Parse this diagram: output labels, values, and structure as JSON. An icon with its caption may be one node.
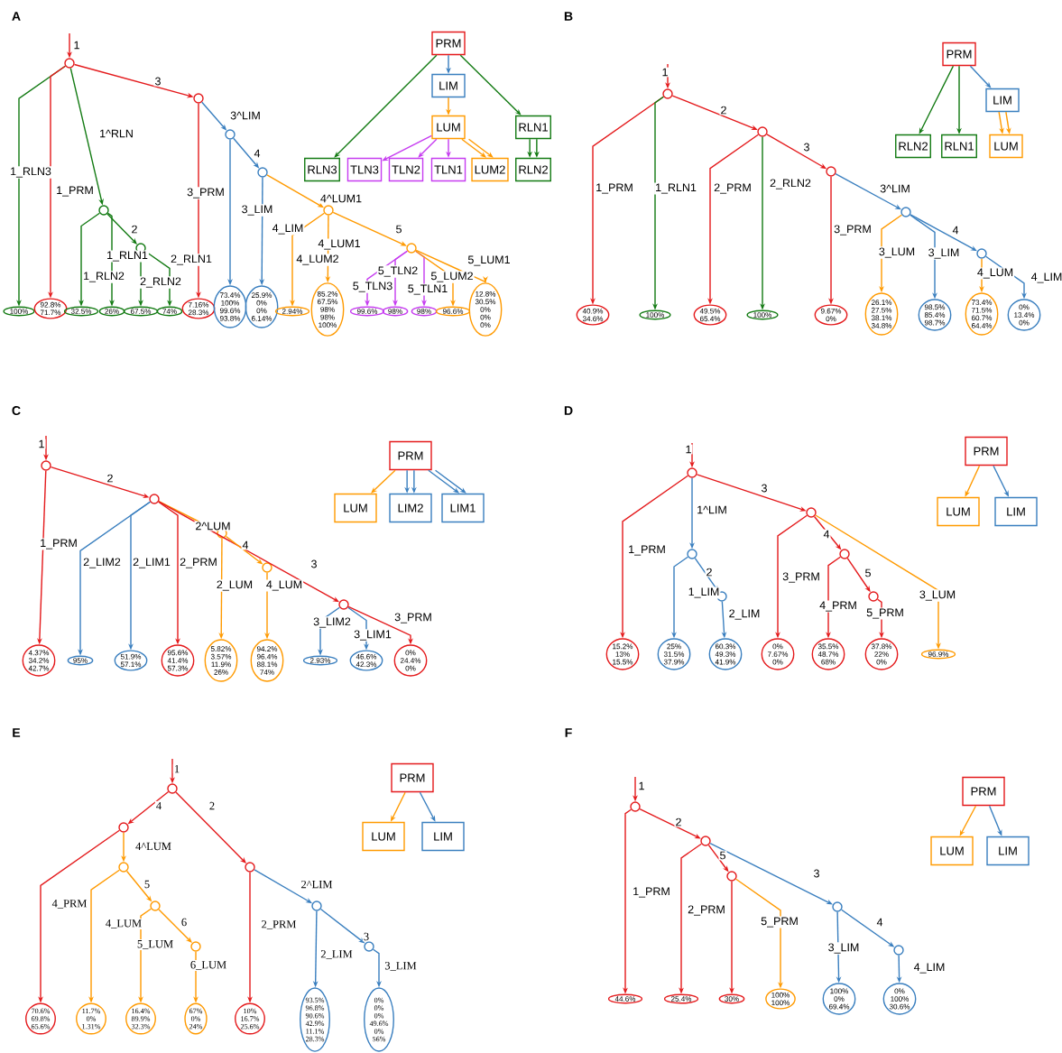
{
  "diagram": {
    "nodes": [
      {
        "text": [],
        "shape": "circle"
      },
      {
        "text": [],
        "shape": "circle"
      },
      {
        "text": [],
        "shape": "circle"
      },
      {
        "text": [],
        "shape": "circle"
      },
      {
        "text": [],
        "shape": "circle"
      },
      {
        "text": [],
        "shape": "circle"
      },
      {
        "text": [],
        "shape": "circle"
      },
      {
        "text": [],
        "shape": "circle"
      },
      {
        "text": [
          "100%"
        ]
      },
      {
        "text": [
          "92.8%",
          "71.7%"
        ]
      },
      {
        "text": [
          "32.5%"
        ]
      },
      {
        "text": [
          "26%"
        ]
      },
      {
        "text": [
          "67.5%"
        ]
      },
      {
        "text": [
          "74%"
        ]
      },
      {
        "text": [
          "7.16%",
          "28.3%"
        ]
      },
      {
        "text": [
          "73.4%",
          "100%",
          "99.6%",
          "93.8%"
        ]
      },
      {
        "text": [
          "25.9%",
          "0%",
          "0%",
          "6.14%"
        ]
      },
      {
        "text": [
          "2.94%"
        ]
      },
      {
        "text": [
          "85.2%",
          "67.5%",
          "98%",
          "98%",
          "100%"
        ]
      },
      {
        "text": [
          "99.6%"
        ]
      },
      {
        "text": [
          "98%"
        ]
      },
      {
        "text": [
          "98%"
        ]
      },
      {
        "text": [
          "96.6%"
        ]
      },
      {
        "text": [
          "12.8%",
          "30.5%",
          "0%",
          "0%",
          "0%"
        ]
      },
      {
        "text": [
          "PRM"
        ]
      },
      {
        "text": [
          "LIM"
        ]
      },
      {
        "text": [
          "LUM"
        ]
      },
      {
        "text": [
          "RLN1"
        ]
      },
      {
        "text": [
          "RLN3"
        ]
      },
      {
        "text": [
          "TLN3"
        ]
      },
      {
        "text": [
          "TLN2"
        ]
      },
      {
        "text": [
          "TLN1"
        ]
      },
      {
        "text": [
          "LUM2"
        ]
      },
      {
        "text": [
          "RLN2"
        ]
      },
      {
        "text": [],
        "shape": "circle"
      },
      {
        "text": [],
        "shape": "circle"
      },
      {
        "text": [],
        "shape": "circle"
      },
      {
        "text": [],
        "shape": "circle"
      },
      {
        "text": [],
        "shape": "circle"
      },
      {
        "text": [
          "40.9%",
          "34.6%"
        ]
      },
      {
        "text": [
          "100%"
        ]
      },
      {
        "text": [
          "49.5%",
          "65.4%"
        ]
      },
      {
        "text": [
          "100%"
        ]
      },
      {
        "text": [
          "9.67%",
          "0%"
        ]
      },
      {
        "text": [
          "26.1%",
          "27.5%",
          "38.1%",
          "34.8%"
        ]
      },
      {
        "text": [
          "98.5%",
          "85.4%",
          "98.7%"
        ]
      },
      {
        "text": [
          "73.4%",
          "71.5%",
          "60.7%",
          "64.4%"
        ]
      },
      {
        "text": [
          "0%",
          "13.4%",
          "0%"
        ]
      },
      {
        "text": [
          "PRM"
        ]
      },
      {
        "text": [
          "LIM"
        ]
      },
      {
        "text": [
          "RLN2"
        ]
      },
      {
        "text": [
          "RLN1"
        ]
      },
      {
        "text": [
          "LUM"
        ]
      },
      {
        "text": [],
        "shape": "circle"
      },
      {
        "text": [],
        "shape": "circle"
      },
      {
        "text": [],
        "shape": "circle"
      },
      {
        "text": [],
        "shape": "circle"
      },
      {
        "text": [],
        "shape": "circle"
      },
      {
        "text": [
          "4.37%",
          "34.2%",
          "42.7%"
        ]
      },
      {
        "text": [
          "95%"
        ]
      },
      {
        "text": [
          "51.9%",
          "57.1%"
        ]
      },
      {
        "text": [
          "95.6%",
          "41.4%",
          "57.3%"
        ]
      },
      {
        "text": [
          "5.82%",
          "3.57%",
          "11.9%",
          "26%"
        ]
      },
      {
        "text": [
          "94.2%",
          "96.4%",
          "88.1%",
          "74%"
        ]
      },
      {
        "text": [
          "2.93%"
        ]
      },
      {
        "text": [
          "46.6%",
          "42.3%"
        ]
      },
      {
        "text": [
          "0%",
          "24.4%",
          "0%"
        ]
      },
      {
        "text": [
          "PRM"
        ]
      },
      {
        "text": [
          "LUM"
        ]
      },
      {
        "text": [
          "LIM2"
        ]
      },
      {
        "text": [
          "LIM1"
        ]
      },
      {
        "text": [],
        "shape": "circle"
      },
      {
        "text": [],
        "shape": "circle"
      },
      {
        "text": [],
        "shape": "circle"
      },
      {
        "text": [],
        "shape": "circle"
      },
      {
        "text": [],
        "shape": "circle"
      },
      {
        "text": [],
        "shape": "circle"
      },
      {
        "text": [
          "15.2%",
          "13%",
          "15.5%"
        ]
      },
      {
        "text": [
          "25%",
          "31.5%",
          "37.9%"
        ]
      },
      {
        "text": [
          "60.3%",
          "49.3%",
          "41.9%"
        ]
      },
      {
        "text": [
          "0%",
          "7.67%",
          "0%"
        ]
      },
      {
        "text": [
          "35.5%",
          "48.7%",
          "68%"
        ]
      },
      {
        "text": [
          "37.8%",
          "22%",
          "0%"
        ]
      },
      {
        "text": [
          "96.9%"
        ]
      },
      {
        "text": [
          "PRM"
        ]
      },
      {
        "text": [
          "LUM"
        ]
      },
      {
        "text": [
          "LIM"
        ]
      },
      {
        "text": [],
        "shape": "circle"
      },
      {
        "text": [],
        "shape": "circle"
      },
      {
        "text": [],
        "shape": "circle"
      },
      {
        "text": [],
        "shape": "circle"
      },
      {
        "text": [],
        "shape": "circle"
      },
      {
        "text": [],
        "shape": "circle"
      },
      {
        "text": [],
        "shape": "circle"
      },
      {
        "text": [],
        "shape": "circle"
      },
      {
        "text": [
          "70.6%",
          "69.8%",
          "65.6%"
        ]
      },
      {
        "text": [
          "11.7%",
          "0%",
          "1.31%"
        ]
      },
      {
        "text": [
          "16.4%",
          "89.9%",
          "32.3%"
        ]
      },
      {
        "text": [
          "67%",
          "0%",
          "24%"
        ]
      },
      {
        "text": [
          "10%",
          "16.7%",
          "25.6%"
        ]
      },
      {
        "text": [
          "93.5%",
          "96.8%",
          "90.6%",
          "42.9%",
          "11.1%",
          "28.3%"
        ]
      },
      {
        "text": [
          "0%",
          "0%",
          "0%",
          "49.6%",
          "0%",
          "56%"
        ]
      },
      {
        "text": [
          "PRM"
        ]
      },
      {
        "text": [
          "LUM"
        ]
      },
      {
        "text": [
          "LIM"
        ]
      },
      {
        "text": [],
        "shape": "circle"
      },
      {
        "text": [],
        "shape": "circle"
      },
      {
        "text": [],
        "shape": "circle"
      },
      {
        "text": [],
        "shape": "circle"
      },
      {
        "text": [],
        "shape": "circle"
      },
      {
        "text": [
          "44.6%"
        ]
      },
      {
        "text": [
          "25.4%"
        ]
      },
      {
        "text": [
          "30%"
        ]
      },
      {
        "text": [
          "100%",
          "100%"
        ]
      },
      {
        "text": [
          "100%",
          "0%",
          "69.4%"
        ]
      },
      {
        "text": [
          "0%",
          "100%",
          "30.6%"
        ]
      },
      {
        "text": [
          "PRM"
        ]
      },
      {
        "text": [
          "LUM"
        ]
      },
      {
        "text": [
          "LIM"
        ]
      }
    ],
    "edges": [
      {
        "from": null,
        "to": 0,
        "arrow": "to",
        "label": "1"
      },
      {
        "from": 0,
        "to": 1,
        "arrow": "to",
        "label": "3"
      },
      {
        "from": 0,
        "to": 6,
        "arrow": "to",
        "label": "1^RLN",
        "color": "#127a12"
      },
      {
        "from": 0,
        "to": 8,
        "arrow": "to",
        "label": "1_RLN3",
        "color": "#127a12"
      },
      {
        "from": 0,
        "to": 9,
        "arrow": "to",
        "label": "1_PRM"
      },
      {
        "from": 1,
        "to": 2,
        "arrow": "to",
        "label": "3^LIM",
        "color": "#3a7fbf"
      },
      {
        "from": 1,
        "to": 14,
        "arrow": "to",
        "label": "3_PRM"
      },
      {
        "from": 2,
        "to": 3,
        "arrow": "to",
        "label": "4",
        "color": "#3a7fbf"
      },
      {
        "from": 2,
        "to": 15,
        "arrow": "to",
        "label": "3_LIM",
        "color": "#3a7fbf"
      },
      {
        "from": 3,
        "to": 4,
        "arrow": "to",
        "label": "4^LUM1",
        "color": "#ff9a00"
      },
      {
        "from": 3,
        "to": 16,
        "arrow": "to",
        "label": "4_LIM",
        "color": "#3a7fbf"
      },
      {
        "from": 4,
        "to": 5,
        "arrow": "to",
        "label": "5",
        "color": "#ff9a00"
      },
      {
        "from": 4,
        "to": 17,
        "arrow": "to",
        "label": "4_LUM2",
        "color": "#ff9a00"
      },
      {
        "from": 4,
        "to": 18,
        "arrow": "to",
        "label": "4_LUM1",
        "color": "#ff9a00"
      },
      {
        "from": 5,
        "to": 19,
        "arrow": "to",
        "label": "5_TLN3",
        "color": "#c63cf0"
      },
      {
        "from": 5,
        "to": 20,
        "arrow": "to",
        "label": "5_TLN2",
        "color": "#c63cf0"
      },
      {
        "from": 5,
        "to": 21,
        "arrow": "to",
        "label": "5_TLN1",
        "color": "#c63cf0"
      },
      {
        "from": 5,
        "to": 22,
        "arrow": "to",
        "label": "5_LUM2",
        "color": "#ff9a00"
      },
      {
        "from": 5,
        "to": 23,
        "arrow": "to",
        "label": "5_LUM1",
        "color": "#ff9a00"
      },
      {
        "from": 6,
        "to": 7,
        "arrow": "to",
        "label": "2",
        "color": "#127a12"
      },
      {
        "from": 6,
        "to": 10,
        "arrow": "to",
        "label": "1_RLN2",
        "color": "#127a12"
      },
      {
        "from": 6,
        "to": 11,
        "arrow": "to",
        "label": "1_RLN1",
        "color": "#127a12"
      },
      {
        "from": 7,
        "to": 12,
        "arrow": "to",
        "label": "2_RLN2",
        "color": "#127a12"
      },
      {
        "from": 7,
        "to": 13,
        "arrow": "to",
        "label": "2_RLN1",
        "color": "#127a12"
      },
      {
        "from": 24,
        "to": 25,
        "arrow": "to",
        "color": "#3a7fbf"
      },
      {
        "from": 24,
        "to": 28,
        "arrow": "to",
        "color": "#127a12"
      },
      {
        "from": 24,
        "to": 27,
        "arrow": "to",
        "color": "#127a12"
      },
      {
        "from": 25,
        "to": 26,
        "arrow": "to",
        "color": "#ff9a00"
      },
      {
        "from": 26,
        "to": 29,
        "arrow": "to",
        "color": "#c63cf0"
      },
      {
        "from": 26,
        "to": 30,
        "arrow": "to",
        "color": "#c63cf0"
      },
      {
        "from": 26,
        "to": 31,
        "arrow": "to",
        "color": "#c63cf0"
      },
      {
        "from": 26,
        "to": 32,
        "arrow": "to",
        "color": "#ff9a00"
      },
      {
        "from": 26,
        "to": 32,
        "arrow": "to",
        "color": "#ff9a00"
      },
      {
        "from": 27,
        "to": 33,
        "arrow": "to",
        "color": "#127a12"
      },
      {
        "from": 27,
        "to": 33,
        "arrow": "to",
        "color": "#127a12"
      },
      {
        "from": null,
        "to": 34,
        "arrow": "to",
        "label": "1"
      },
      {
        "from": 34,
        "to": 35,
        "arrow": "to",
        "label": "2"
      },
      {
        "from": 34,
        "to": 39,
        "arrow": "to",
        "label": "1_PRM"
      },
      {
        "from": 34,
        "to": 40,
        "arrow": "to",
        "label": "1_RLN1",
        "color": "#127a12"
      },
      {
        "from": 35,
        "to": 36,
        "arrow": "to",
        "label": "3"
      },
      {
        "from": 35,
        "to": 41,
        "arrow": "to",
        "label": "2_PRM"
      },
      {
        "from": 35,
        "to": 42,
        "arrow": "to",
        "label": "2_RLN2",
        "color": "#127a12"
      },
      {
        "from": 36,
        "to": 37,
        "arrow": "to",
        "label": "3^LIM",
        "color": "#3a7fbf"
      },
      {
        "from": 36,
        "to": 43,
        "arrow": "to",
        "label": "3_PRM"
      },
      {
        "from": 37,
        "to": 38,
        "arrow": "to",
        "label": "4",
        "color": "#3a7fbf"
      },
      {
        "from": 37,
        "to": 44,
        "arrow": "to",
        "label": "3_LUM",
        "color": "#ff9a00"
      },
      {
        "from": 37,
        "to": 45,
        "arrow": "to",
        "label": "3_LIM",
        "color": "#3a7fbf"
      },
      {
        "from": 38,
        "to": 46,
        "arrow": "to",
        "label": "4_LUM",
        "color": "#ff9a00"
      },
      {
        "from": 38,
        "to": 47,
        "arrow": "to",
        "label": "4_LIM",
        "color": "#3a7fbf"
      },
      {
        "from": 48,
        "to": 50,
        "arrow": "to",
        "color": "#127a12"
      },
      {
        "from": 48,
        "to": 51,
        "arrow": "to",
        "color": "#127a12"
      },
      {
        "from": 48,
        "to": 49,
        "arrow": "to",
        "color": "#3a7fbf"
      },
      {
        "from": 49,
        "to": 52,
        "arrow": "to",
        "color": "#ff9a00"
      },
      {
        "from": 49,
        "to": 52,
        "arrow": "to",
        "color": "#ff9a00"
      },
      {
        "from": null,
        "to": 53,
        "arrow": "to",
        "label": "1"
      },
      {
        "from": 53,
        "to": 54,
        "arrow": "to",
        "label": "2"
      },
      {
        "from": 53,
        "to": 58,
        "arrow": "to",
        "label": "1_PRM"
      },
      {
        "from": 54,
        "to": 55,
        "arrow": "to",
        "label": "2^LUM",
        "color": "#ff9a00"
      },
      {
        "from": 54,
        "to": 57,
        "arrow": "to",
        "label": "3"
      },
      {
        "from": 54,
        "to": 59,
        "arrow": "to",
        "label": "2_LIM2",
        "color": "#3a7fbf"
      },
      {
        "from": 54,
        "to": 60,
        "arrow": "to",
        "label": "2_LIM1",
        "color": "#3a7fbf"
      },
      {
        "from": 54,
        "to": 61,
        "arrow": "to",
        "label": "2_PRM"
      },
      {
        "from": 55,
        "to": 56,
        "arrow": "to",
        "label": "4",
        "color": "#ff9a00"
      },
      {
        "from": 55,
        "to": 62,
        "arrow": "to",
        "label": "2_LUM",
        "color": "#ff9a00"
      },
      {
        "from": 56,
        "to": 63,
        "arrow": "to",
        "label": "4_LUM",
        "color": "#ff9a00"
      },
      {
        "from": 57,
        "to": 64,
        "arrow": "to",
        "label": "3_LIM2",
        "color": "#3a7fbf"
      },
      {
        "from": 57,
        "to": 65,
        "arrow": "to",
        "label": "3_LIM1",
        "color": "#3a7fbf"
      },
      {
        "from": 57,
        "to": 66,
        "arrow": "to",
        "label": "3_PRM"
      },
      {
        "from": 67,
        "to": 68,
        "arrow": "to",
        "color": "#ff9a00"
      },
      {
        "from": 67,
        "to": 69,
        "arrow": "to",
        "color": "#3a7fbf"
      },
      {
        "from": 67,
        "to": 69,
        "arrow": "to",
        "color": "#3a7fbf"
      },
      {
        "from": 67,
        "to": 70,
        "arrow": "to",
        "color": "#3a7fbf"
      },
      {
        "from": 67,
        "to": 70,
        "arrow": "to",
        "color": "#3a7fbf"
      },
      {
        "from": null,
        "to": 71,
        "arrow": "to",
        "label": "1"
      },
      {
        "from": 71,
        "to": 72,
        "arrow": "to",
        "label": "1^LIM",
        "color": "#3a7fbf"
      },
      {
        "from": 71,
        "to": 74,
        "arrow": "to",
        "label": "3"
      },
      {
        "from": 71,
        "to": 77,
        "arrow": "to",
        "label": "1_PRM"
      },
      {
        "from": 72,
        "to": 73,
        "arrow": "to",
        "label": "2",
        "color": "#3a7fbf"
      },
      {
        "from": 72,
        "to": 78,
        "arrow": "to",
        "label": "1_LIM",
        "color": "#3a7fbf"
      },
      {
        "from": 73,
        "to": 79,
        "arrow": "to",
        "label": "2_LIM",
        "color": "#3a7fbf"
      },
      {
        "from": 74,
        "to": 75,
        "arrow": "to",
        "label": "4"
      },
      {
        "from": 74,
        "to": 80,
        "arrow": "to",
        "label": "3_PRM"
      },
      {
        "from": 74,
        "to": 83,
        "arrow": "to",
        "label": "3_LUM",
        "color": "#ff9a00"
      },
      {
        "from": 75,
        "to": 76,
        "arrow": "to",
        "label": "5"
      },
      {
        "from": 75,
        "to": 81,
        "arrow": "to",
        "label": "4_PRM"
      },
      {
        "from": 76,
        "to": 82,
        "arrow": "to",
        "label": "5_PRM"
      },
      {
        "from": 84,
        "to": 85,
        "arrow": "to",
        "color": "#ff9a00"
      },
      {
        "from": 84,
        "to": 86,
        "arrow": "to",
        "color": "#3a7fbf"
      },
      {
        "from": null,
        "to": 87,
        "arrow": "to",
        "label": "1"
      },
      {
        "from": 87,
        "to": 88,
        "arrow": "to",
        "label": "4"
      },
      {
        "from": 87,
        "to": 92,
        "arrow": "to",
        "label": "2"
      },
      {
        "from": 88,
        "to": 89,
        "arrow": "to",
        "label": "4^LUM",
        "color": "#ff9a00"
      },
      {
        "from": 88,
        "to": 95,
        "arrow": "to",
        "label": "4_PRM"
      },
      {
        "from": 89,
        "to": 90,
        "arrow": "to",
        "label": "5",
        "color": "#ff9a00"
      },
      {
        "from": 89,
        "to": 96,
        "arrow": "to",
        "label": "4_LUM",
        "color": "#ff9a00"
      },
      {
        "from": 90,
        "to": 91,
        "arrow": "to",
        "label": "6",
        "color": "#ff9a00"
      },
      {
        "from": 90,
        "to": 97,
        "arrow": "to",
        "label": "5_LUM",
        "color": "#ff9a00"
      },
      {
        "from": 91,
        "to": 98,
        "arrow": "to",
        "label": "6_LUM",
        "color": "#ff9a00"
      },
      {
        "from": 92,
        "to": 93,
        "arrow": "to",
        "label": "2^LIM",
        "color": "#3a7fbf"
      },
      {
        "from": 92,
        "to": 99,
        "arrow": "to",
        "label": "2_PRM"
      },
      {
        "from": 93,
        "to": 94,
        "arrow": "to",
        "label": "3",
        "color": "#3a7fbf"
      },
      {
        "from": 93,
        "to": 100,
        "arrow": "to",
        "label": "2_LIM",
        "color": "#3a7fbf"
      },
      {
        "from": 94,
        "to": 101,
        "arrow": "to",
        "label": "3_LIM",
        "color": "#3a7fbf"
      },
      {
        "from": 102,
        "to": 103,
        "arrow": "to",
        "color": "#ff9a00"
      },
      {
        "from": 102,
        "to": 104,
        "arrow": "to",
        "color": "#3a7fbf"
      },
      {
        "from": null,
        "to": 105,
        "arrow": "to",
        "label": "1"
      },
      {
        "from": 105,
        "to": 106,
        "arrow": "to",
        "label": "2"
      },
      {
        "from": 105,
        "to": 110,
        "arrow": "to",
        "label": "1_PRM"
      },
      {
        "from": 106,
        "to": 107,
        "arrow": "to",
        "label": "5"
      },
      {
        "from": 106,
        "to": 108,
        "arrow": "to",
        "label": "3",
        "color": "#3a7fbf"
      },
      {
        "from": 106,
        "to": 111,
        "arrow": "to",
        "label": "2_PRM"
      },
      {
        "from": 107,
        "to": 112,
        "arrow": "to"
      },
      {
        "from": 107,
        "to": 113,
        "arrow": "to",
        "label": "5_PRM",
        "color": "#ff9a00"
      },
      {
        "from": 108,
        "to": 109,
        "arrow": "to",
        "label": "4",
        "color": "#3a7fbf"
      },
      {
        "from": 108,
        "to": 114,
        "arrow": "to",
        "label": "3_LIM",
        "color": "#3a7fbf"
      },
      {
        "from": 109,
        "to": 115,
        "arrow": "to",
        "label": "4_LIM",
        "color": "#3a7fbf"
      },
      {
        "from": 116,
        "to": 117,
        "arrow": "to",
        "color": "#ff9a00"
      },
      {
        "from": 116,
        "to": 118,
        "arrow": "to",
        "color": "#3a7fbf"
      }
    ],
    "labels": [
      "A",
      "B",
      "C",
      "D",
      "E",
      "F"
    ]
  }
}
